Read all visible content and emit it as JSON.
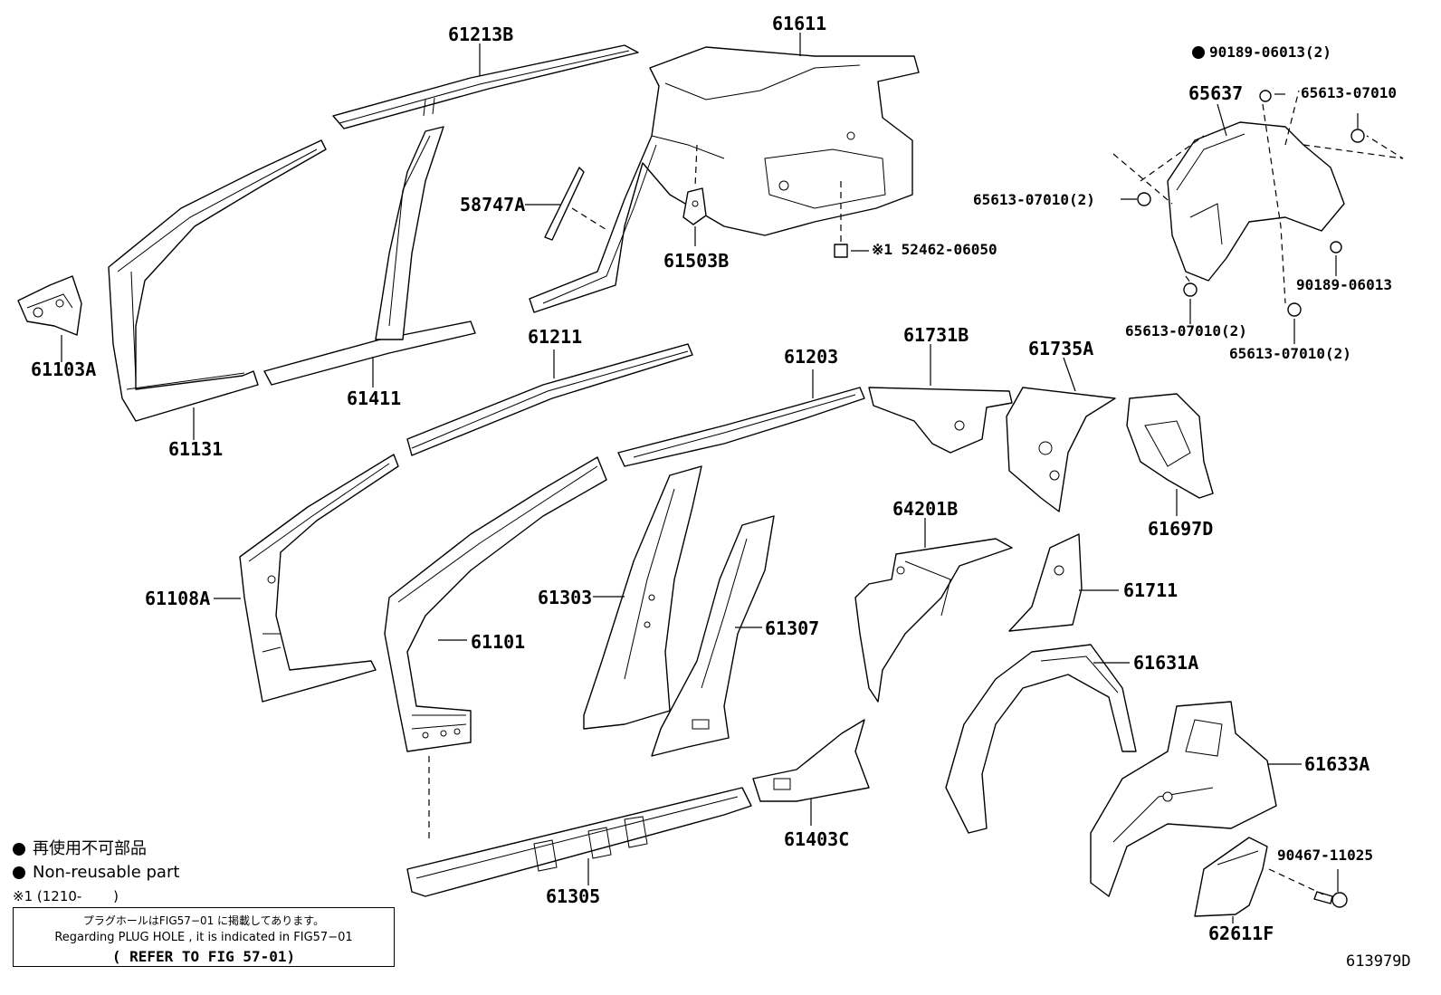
{
  "diagram": {
    "figure_id": "613979D",
    "part_labels": [
      {
        "id": "p61213B",
        "text": "61213B"
      },
      {
        "id": "p61611",
        "text": "61611"
      },
      {
        "id": "p58747A",
        "text": "58747A"
      },
      {
        "id": "p61503B",
        "text": "61503B"
      },
      {
        "id": "p52462",
        "text": "※1 52462-06050"
      },
      {
        "id": "p61103A",
        "text": "61103A"
      },
      {
        "id": "p61131",
        "text": "61131"
      },
      {
        "id": "p61411",
        "text": "61411"
      },
      {
        "id": "p61211",
        "text": "61211"
      },
      {
        "id": "p61203",
        "text": "61203"
      },
      {
        "id": "p61731B",
        "text": "61731B"
      },
      {
        "id": "p61735A",
        "text": "61735A"
      },
      {
        "id": "p61697D",
        "text": "61697D"
      },
      {
        "id": "p61108A",
        "text": "61108A"
      },
      {
        "id": "p61101",
        "text": "61101"
      },
      {
        "id": "p61303",
        "text": "61303"
      },
      {
        "id": "p61307",
        "text": "61307"
      },
      {
        "id": "p64201B",
        "text": "64201B"
      },
      {
        "id": "p61711",
        "text": "61711"
      },
      {
        "id": "p61631A",
        "text": "61631A"
      },
      {
        "id": "p61633A",
        "text": "61633A"
      },
      {
        "id": "p61305",
        "text": "61305"
      },
      {
        "id": "p61403C",
        "text": "61403C"
      },
      {
        "id": "p90467",
        "text": "90467-11025"
      },
      {
        "id": "p62611F",
        "text": "62611F"
      },
      {
        "id": "p90189a",
        "text": "90189-06013(2)"
      },
      {
        "id": "p65637",
        "text": "65637"
      },
      {
        "id": "p65613a",
        "text": "65613-07010"
      },
      {
        "id": "p65613b",
        "text": "65613-07010(2)"
      },
      {
        "id": "p90189b",
        "text": "90189-06013"
      },
      {
        "id": "p65613c",
        "text": "65613-07010(2)"
      },
      {
        "id": "p65613d",
        "text": "65613-07010(2)"
      }
    ]
  },
  "legend": {
    "jp_nonreusable": "再使用不可部品",
    "en_nonreusable": "Non-reusable part",
    "footnote": "※1 (1210-　　 )"
  },
  "note": {
    "line1": "プラグホールはFIG57−01 に掲載してあります。",
    "line2": "Regarding PLUG HOLE , it is indicated in FIG57−01",
    "line3": "( REFER TO FIG 57-01)"
  }
}
